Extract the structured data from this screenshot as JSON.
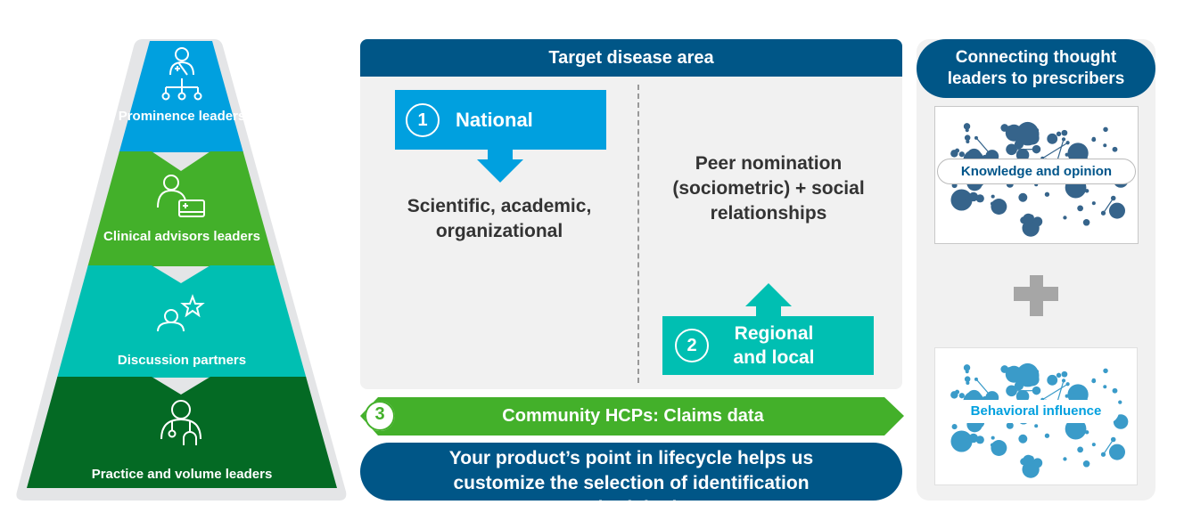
{
  "pyramid": {
    "levels": [
      {
        "label": "Prominence leaders",
        "icon": "doctor-hierarchy-icon",
        "color": "#00a0df"
      },
      {
        "label": "Clinical advisors leaders",
        "icon": "person-medical-card-icon",
        "color": "#43b02a"
      },
      {
        "label": "Discussion partners",
        "icon": "person-star-icon",
        "color": "#00bfb2"
      },
      {
        "label": "Practice and volume leaders",
        "icon": "doctor-stethoscope-icon",
        "color": "#046a24"
      }
    ]
  },
  "target": {
    "title": "Target disease area",
    "national": {
      "number": "1",
      "label": "National",
      "description": "Scientific, academic, organizational"
    },
    "regional": {
      "number": "2",
      "label": "Regional and local",
      "description": "Peer nomination (sociometric) + social relationships"
    },
    "community": {
      "number": "3",
      "label": "Community HCPs: Claims data"
    },
    "footer": "Your product’s point in lifecycle helps us customize the selection of identification methodologies"
  },
  "connecting": {
    "title": "Connecting thought leaders to prescribers",
    "maps": [
      {
        "label": "Knowledge and opinion",
        "color": "#36648b"
      },
      {
        "label": "Behavioral influence",
        "color": "#3a9bc9"
      }
    ]
  },
  "colors": {
    "dark_blue": "#005687",
    "blue": "#00a0df",
    "green": "#43b02a",
    "teal": "#00bfb2",
    "dark_green": "#046a24",
    "panel": "#f1f1f1"
  }
}
